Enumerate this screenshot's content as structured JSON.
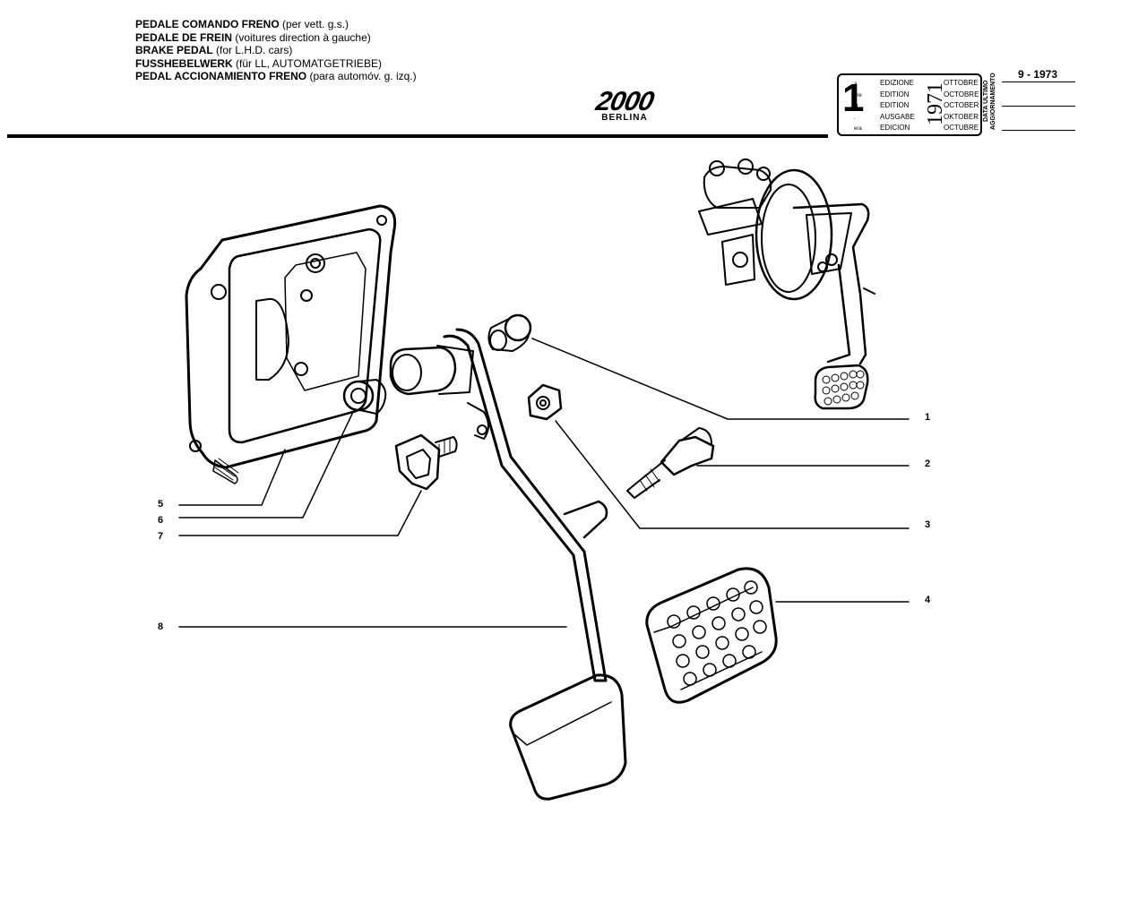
{
  "header": {
    "titles": [
      {
        "bold": "PEDALE COMANDO FRENO",
        "rest": " (per vett. g.s.)"
      },
      {
        "bold": "PEDALE DE FREIN",
        "rest": " (voitures direction à gauche)"
      },
      {
        "bold": "BRAKE PEDAL",
        "rest": " (for L.H.D. cars)"
      },
      {
        "bold": "FUSSHEBELWERK",
        "rest": " (für LL, AUTOMATGETRIEBE)"
      },
      {
        "bold": "PEDAL ACCIONAMIENTO FRENO",
        "rest": " (para automóv. g. izq.)"
      }
    ],
    "logo": {
      "mark": "2000",
      "sub": "BERLINA"
    }
  },
  "edition": {
    "number": "1",
    "suffixes": [
      "a",
      "ere",
      "st",
      ".",
      "era"
    ],
    "words": [
      "EDIZIONE",
      "EDITION",
      "EDITION",
      "AUSGABE",
      "EDICION"
    ],
    "year": "1971",
    "months": [
      "OTTOBRE",
      "OCTOBRE",
      "OCTOBER",
      "OKTOBER",
      "OCTUBRE"
    ],
    "update_label_1": "DATA ULTIMO",
    "update_label_2": "AGGIORNAMENTO",
    "update_date": "9 - 1973"
  },
  "callouts": {
    "c1": "1",
    "c2": "2",
    "c3": "3",
    "c4": "4",
    "c5": "5",
    "c6": "6",
    "c7": "7",
    "c8": "8"
  }
}
